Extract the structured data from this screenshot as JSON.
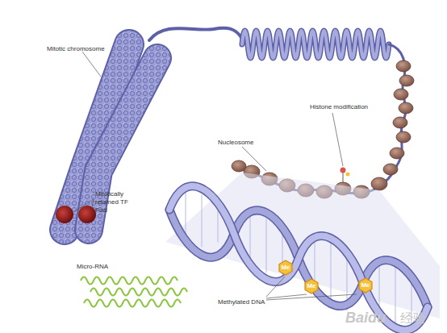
{
  "diagram": {
    "nodes": [
      {
        "text": [
          "Me"
        ]
      },
      {
        "text": [
          "Me"
        ]
      },
      {
        "text": [
          "Me"
        ]
      }
    ],
    "labels": [
      "Mitotic chromosome",
      "Mitotically retained TF Foci",
      "Nucleosome",
      "Histone modification",
      "Micro-RNA",
      "Methylated DNA",
      "Baidu",
      "经验"
    ]
  }
}
